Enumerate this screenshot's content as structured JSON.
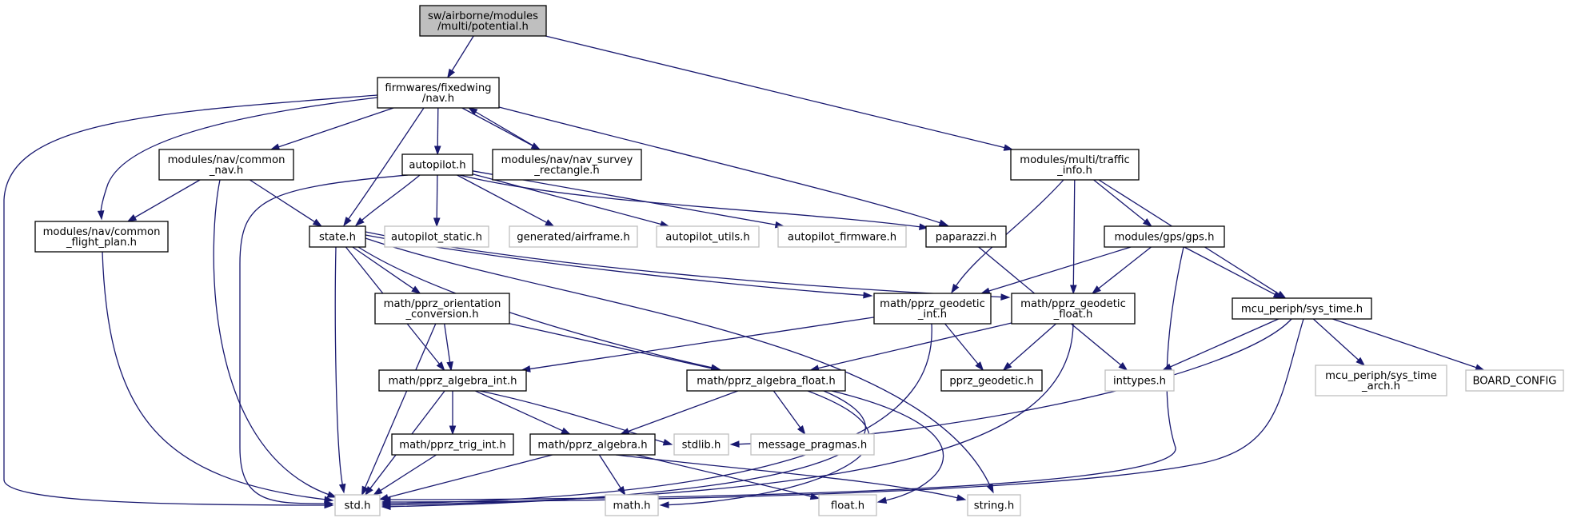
{
  "graph": {
    "nodes": [
      {
        "id": "potential",
        "lines": [
          "sw/airborne/modules",
          "/multi/potential.h"
        ],
        "kind": "root"
      },
      {
        "id": "nav",
        "lines": [
          "firmwares/fixedwing",
          "/nav.h"
        ],
        "kind": "normal"
      },
      {
        "id": "traffic",
        "lines": [
          "modules/multi/traffic",
          "_info.h"
        ],
        "kind": "normal"
      },
      {
        "id": "common_nav",
        "lines": [
          "modules/nav/common",
          "_nav.h"
        ],
        "kind": "normal"
      },
      {
        "id": "autopilot",
        "lines": [
          "autopilot.h"
        ],
        "kind": "normal"
      },
      {
        "id": "nav_survey",
        "lines": [
          "modules/nav/nav_survey",
          "_rectangle.h"
        ],
        "kind": "normal"
      },
      {
        "id": "flight_plan",
        "lines": [
          "modules/nav/common",
          "_flight_plan.h"
        ],
        "kind": "normal"
      },
      {
        "id": "state",
        "lines": [
          "state.h"
        ],
        "kind": "normal"
      },
      {
        "id": "autopilot_static",
        "lines": [
          "autopilot_static.h"
        ],
        "kind": "ext"
      },
      {
        "id": "airframe",
        "lines": [
          "generated/airframe.h"
        ],
        "kind": "ext"
      },
      {
        "id": "autopilot_utils",
        "lines": [
          "autopilot_utils.h"
        ],
        "kind": "ext"
      },
      {
        "id": "autopilot_firmware",
        "lines": [
          "autopilot_firmware.h"
        ],
        "kind": "ext"
      },
      {
        "id": "paparazzi",
        "lines": [
          "paparazzi.h"
        ],
        "kind": "normal"
      },
      {
        "id": "gps",
        "lines": [
          "modules/gps/gps.h"
        ],
        "kind": "normal"
      },
      {
        "id": "orientation",
        "lines": [
          "math/pprz_orientation",
          "_conversion.h"
        ],
        "kind": "normal"
      },
      {
        "id": "geodetic_int",
        "lines": [
          "math/pprz_geodetic",
          "_int.h"
        ],
        "kind": "normal"
      },
      {
        "id": "geodetic_float",
        "lines": [
          "math/pprz_geodetic",
          "_float.h"
        ],
        "kind": "normal"
      },
      {
        "id": "sys_time",
        "lines": [
          "mcu_periph/sys_time.h"
        ],
        "kind": "normal"
      },
      {
        "id": "algebra_int",
        "lines": [
          "math/pprz_algebra_int.h"
        ],
        "kind": "normal"
      },
      {
        "id": "algebra_float",
        "lines": [
          "math/pprz_algebra_float.h"
        ],
        "kind": "normal"
      },
      {
        "id": "pprz_geodetic",
        "lines": [
          "pprz_geodetic.h"
        ],
        "kind": "normal"
      },
      {
        "id": "inttypes",
        "lines": [
          "inttypes.h"
        ],
        "kind": "ext"
      },
      {
        "id": "sys_time_arch",
        "lines": [
          "mcu_periph/sys_time",
          "_arch.h"
        ],
        "kind": "ext"
      },
      {
        "id": "board_config",
        "lines": [
          "BOARD_CONFIG"
        ],
        "kind": "ext"
      },
      {
        "id": "trig_int",
        "lines": [
          "math/pprz_trig_int.h"
        ],
        "kind": "normal"
      },
      {
        "id": "algebra",
        "lines": [
          "math/pprz_algebra.h"
        ],
        "kind": "normal"
      },
      {
        "id": "stdlib",
        "lines": [
          "stdlib.h"
        ],
        "kind": "ext"
      },
      {
        "id": "message_pragmas",
        "lines": [
          "message_pragmas.h"
        ],
        "kind": "ext"
      },
      {
        "id": "std",
        "lines": [
          "std.h"
        ],
        "kind": "ext"
      },
      {
        "id": "math",
        "lines": [
          "math.h"
        ],
        "kind": "ext"
      },
      {
        "id": "float",
        "lines": [
          "float.h"
        ],
        "kind": "ext"
      },
      {
        "id": "string",
        "lines": [
          "string.h"
        ],
        "kind": "ext"
      }
    ],
    "edges": [
      [
        "potential",
        "nav"
      ],
      [
        "potential",
        "traffic"
      ],
      [
        "nav",
        "nav_survey"
      ],
      [
        "nav_survey",
        "nav"
      ],
      [
        "nav",
        "common_nav"
      ],
      [
        "nav",
        "autopilot"
      ],
      [
        "nav",
        "flight_plan"
      ],
      [
        "nav",
        "state"
      ],
      [
        "nav",
        "paparazzi"
      ],
      [
        "nav",
        "std"
      ],
      [
        "common_nav",
        "flight_plan"
      ],
      [
        "common_nav",
        "state"
      ],
      [
        "common_nav",
        "std"
      ],
      [
        "autopilot",
        "state"
      ],
      [
        "autopilot",
        "autopilot_static"
      ],
      [
        "autopilot",
        "airframe"
      ],
      [
        "autopilot",
        "autopilot_utils"
      ],
      [
        "autopilot",
        "autopilot_firmware"
      ],
      [
        "autopilot",
        "paparazzi"
      ],
      [
        "autopilot",
        "std"
      ],
      [
        "flight_plan",
        "std"
      ],
      [
        "traffic",
        "gps"
      ],
      [
        "traffic",
        "geodetic_int"
      ],
      [
        "traffic",
        "geodetic_float"
      ],
      [
        "traffic",
        "sys_time"
      ],
      [
        "gps",
        "geodetic_int"
      ],
      [
        "gps",
        "geodetic_float"
      ],
      [
        "gps",
        "sys_time"
      ],
      [
        "gps",
        "std"
      ],
      [
        "paparazzi",
        "inttypes"
      ],
      [
        "state",
        "orientation"
      ],
      [
        "state",
        "algebra_int"
      ],
      [
        "state",
        "algebra_float"
      ],
      [
        "state",
        "geodetic_int"
      ],
      [
        "state",
        "geodetic_float"
      ],
      [
        "state",
        "std"
      ],
      [
        "state",
        "string"
      ],
      [
        "orientation",
        "algebra_int"
      ],
      [
        "orientation",
        "algebra_float"
      ],
      [
        "orientation",
        "std"
      ],
      [
        "geodetic_int",
        "algebra_int"
      ],
      [
        "geodetic_int",
        "pprz_geodetic"
      ],
      [
        "geodetic_int",
        "std"
      ],
      [
        "geodetic_float",
        "algebra_float"
      ],
      [
        "geodetic_float",
        "pprz_geodetic"
      ],
      [
        "geodetic_float",
        "std"
      ],
      [
        "sys_time",
        "inttypes"
      ],
      [
        "sys_time",
        "sys_time_arch"
      ],
      [
        "sys_time",
        "board_config"
      ],
      [
        "sys_time",
        "stdlib"
      ],
      [
        "sys_time",
        "std"
      ],
      [
        "algebra_int",
        "trig_int"
      ],
      [
        "algebra_int",
        "algebra"
      ],
      [
        "algebra_int",
        "stdlib"
      ],
      [
        "algebra_int",
        "std"
      ],
      [
        "algebra_float",
        "algebra"
      ],
      [
        "algebra_float",
        "message_pragmas"
      ],
      [
        "algebra_float",
        "math"
      ],
      [
        "algebra_float",
        "float"
      ],
      [
        "algebra_float",
        "std"
      ],
      [
        "trig_int",
        "std"
      ],
      [
        "algebra",
        "std"
      ],
      [
        "algebra",
        "math"
      ],
      [
        "algebra",
        "float"
      ],
      [
        "algebra",
        "string"
      ]
    ]
  }
}
